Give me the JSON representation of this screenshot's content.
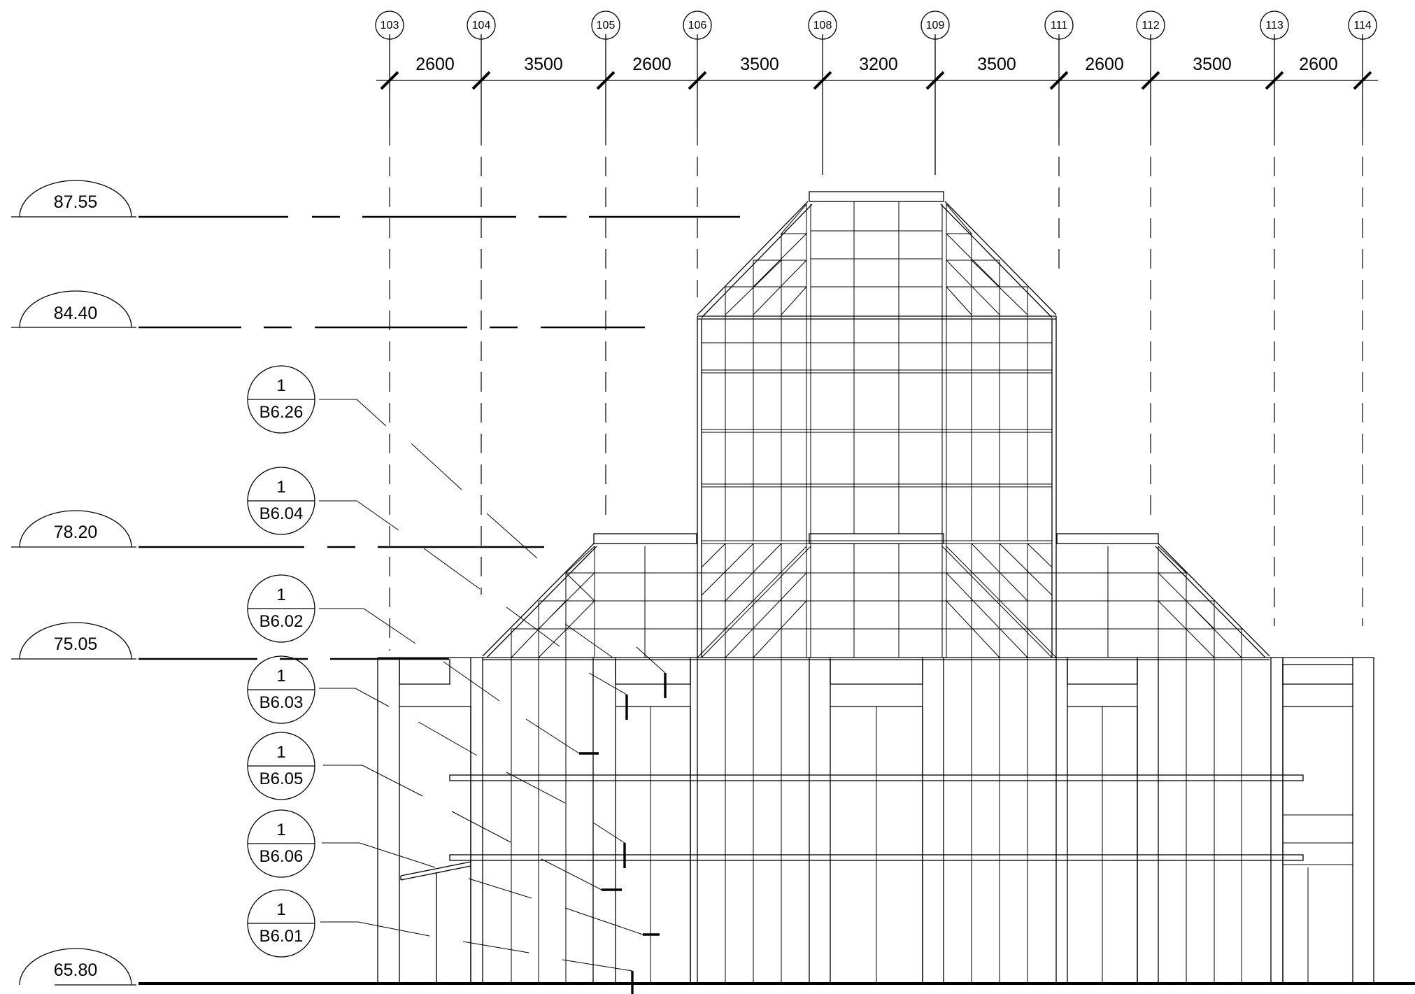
{
  "grid": {
    "labels": [
      "103",
      "104",
      "105",
      "106",
      "108",
      "109",
      "111",
      "112",
      "113",
      "114"
    ],
    "dimensions": [
      "2600",
      "3500",
      "2600",
      "3500",
      "3200",
      "3500",
      "2600",
      "3500",
      "2600"
    ]
  },
  "levels": [
    "87.55",
    "84.40",
    "78.20",
    "75.05",
    "65.80"
  ],
  "callouts": [
    {
      "top": "1",
      "bottom": "B6.26"
    },
    {
      "top": "1",
      "bottom": "B6.04"
    },
    {
      "top": "1",
      "bottom": "B6.02"
    },
    {
      "top": "1",
      "bottom": "B6.03"
    },
    {
      "top": "1",
      "bottom": "B6.05"
    },
    {
      "top": "1",
      "bottom": "B6.06"
    },
    {
      "top": "1",
      "bottom": "B6.01"
    }
  ]
}
